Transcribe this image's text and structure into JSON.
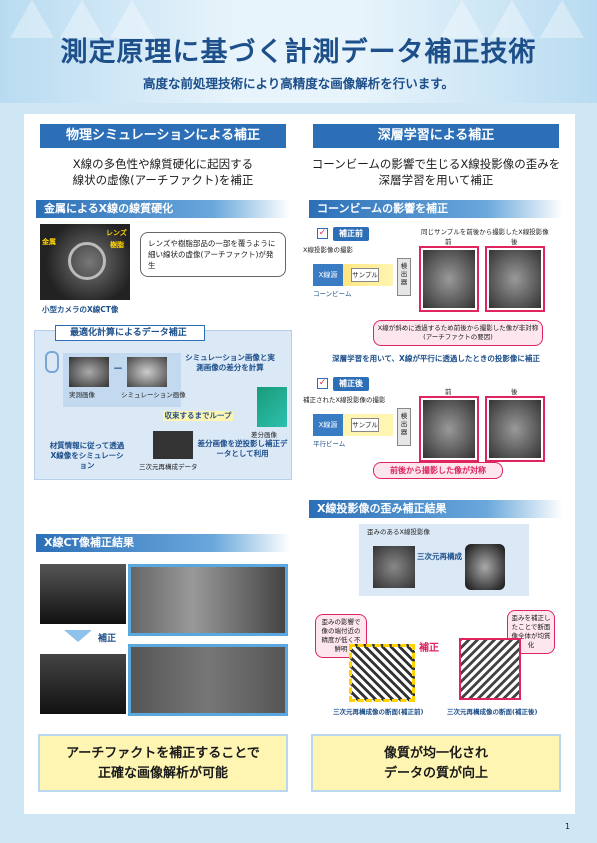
{
  "header": {
    "title": "測定原理に基づく計測データ補正技術",
    "subtitle": "高度な前処理技術により高精度な画像解析を行います。"
  },
  "left": {
    "title": "物理シミュレーションによる補正",
    "desc_line1": "X線の多色性や線質硬化に起因する",
    "desc_line2": "線状の虚像(アーチファクト)を補正",
    "sec1": "金属によるX線の線質硬化",
    "label_metal": "金属",
    "label_lens": "レンズ",
    "label_resin": "樹脂",
    "camera_caption": "小型カメラのX線CT像",
    "balloon": "レンズや樹脂部品の一部を覆うように細い線状の虚像(アーチファクト)が発生",
    "flow_title": "最適化計算によるデータ補正",
    "flow_sim_diff": "シミュレーション画像と実測画像の差分を計算",
    "flow_meas": "実測画像",
    "flow_sim": "シミュレーション画像",
    "flow_minus": "－",
    "flow_loop": "収束するまでループ",
    "flow_diffimg": "差分画像",
    "flow_material": "材質情報に従って透過X線像をシミュレーション",
    "flow_backproj": "差分画像を逆投影し補正データとして利用",
    "flow_3d": "三次元再構成データ",
    "sec2": "X線CT像補正結果",
    "correction": "補正",
    "conclusion_line1": "アーチファクトを補正することで",
    "conclusion_line2": "正確な画像解析が可能"
  },
  "right": {
    "title": "深層学習による補正",
    "desc_line1": "コーンビームの影響で生じるX線投影像の歪みを",
    "desc_line2": "深層学習を用いて補正",
    "sec1": "コーンビームの影響を補正",
    "before_badge": "補正前",
    "before_sub": "X線投影像の撮影",
    "same_sample": "同じサンプルを前後から撮影したX線投影像",
    "front": "前",
    "back": "後",
    "xray": "X線源",
    "sample": "サンプル",
    "detector": "検出器",
    "cone": "コーンビーム",
    "distortion": "X線が斜めに透過するため前後から撮影した像が非対称(アーチファクトの要因)",
    "parallel_text": "深層学習を用いて、X線が平行に透過したときの投影像に補正",
    "after_badge": "補正後",
    "after_sub": "補正されたX線投影像の撮影",
    "parallel": "平行ビーム",
    "symmetric": "前後から撮影した像が対称",
    "sec2": "X線投影像の歪み補正結果",
    "distorted_label": "歪みのあるX線投影像",
    "recon": "三次元再構成",
    "note_left": "歪みの影響で像の端付近の精度が低く不鮮明",
    "note_right": "歪みを補正したことで断面像全体が均質化",
    "correction": "補正",
    "cap_before": "三次元再構成像の断面(補正前)",
    "cap_after": "三次元再構成像の断面(補正後)",
    "conclusion_line1": "像質が均一化され",
    "conclusion_line2": "データの質が向上"
  },
  "page_number": "1"
}
